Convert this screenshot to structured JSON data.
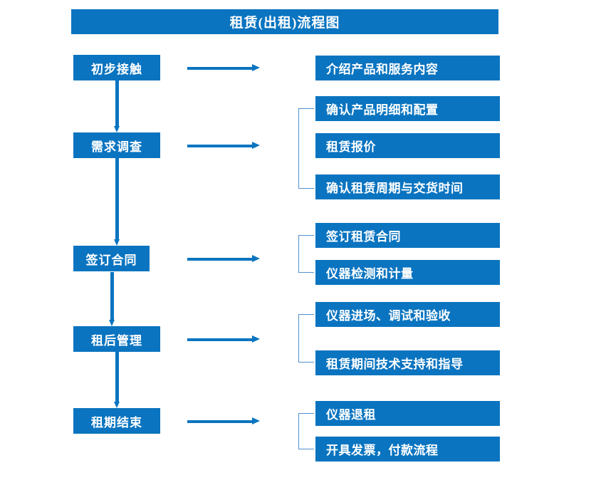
{
  "diagram": {
    "title": "租赁(出租)流程图",
    "theme_color": "#0a74c0",
    "bracket_color": "#4f8fd0",
    "text_color": "#ffffff",
    "background": "#ffffff"
  },
  "stages": [
    {
      "id": "stage-1",
      "label": "初步接触",
      "details": [
        "介绍产品和服务内容"
      ],
      "bracketed": false
    },
    {
      "id": "stage-2",
      "label": "需求调查",
      "details": [
        "确认产品明细和配置",
        "租赁报价",
        "确认租赁周期与交货时间"
      ],
      "bracketed": true
    },
    {
      "id": "stage-3",
      "label": "签订合同",
      "details": [
        "签订租赁合同",
        "仪器检测和计量"
      ],
      "bracketed": true
    },
    {
      "id": "stage-4",
      "label": "租后管理",
      "details": [
        "仪器进场、调试和验收",
        "租赁期间技术支持和指导"
      ],
      "bracketed": true
    },
    {
      "id": "stage-5",
      "label": "租期结束",
      "details": [
        "仪器退租",
        "开具发票，付款流程"
      ],
      "bracketed": true
    }
  ],
  "details_flat": [
    "介绍产品和服务内容",
    "确认产品明细和配置",
    "租赁报价",
    "确认租赁周期与交货时间",
    "签订租赁合同",
    "仪器检测和计量",
    "仪器进场、调试和验收",
    "租赁期间技术支持和指导",
    "仪器退租",
    "开具发票，付款流程"
  ]
}
